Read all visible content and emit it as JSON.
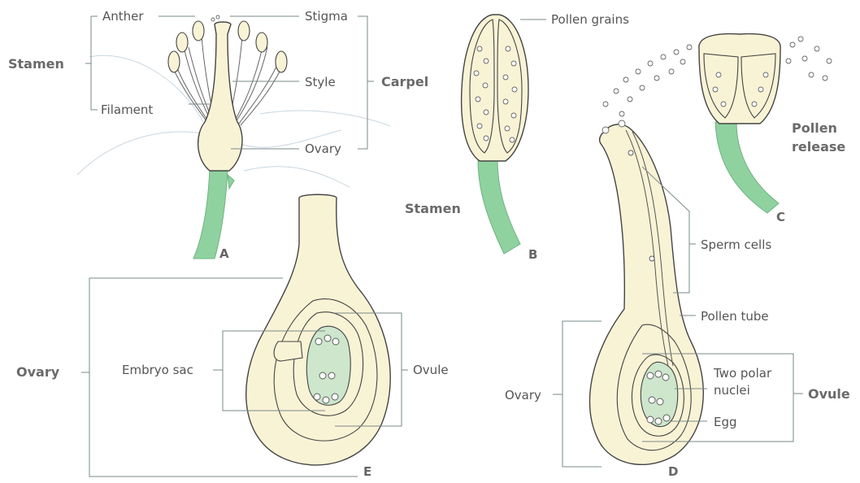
{
  "labels": {
    "anther": "Anther",
    "stigma": "Stigma",
    "stamen_a": "Stamen",
    "style": "Style",
    "carpel": "Carpel",
    "filament": "Filament",
    "ovary_a": "Ovary",
    "pollen_grains": "Pollen grains",
    "stamen_b": "Stamen",
    "pollen_release_1": "Pollen",
    "pollen_release_2": "release",
    "sperm_cells": "Sperm cells",
    "pollen_tube": "Pollen tube",
    "ovary_e": "Ovary",
    "embryo_sac": "Embryo sac",
    "ovule_e": "Ovule",
    "ovary_d": "Ovary",
    "two_polar_1": "Two polar",
    "two_polar_2": "nuclei",
    "ovule_d": "Ovule",
    "egg": "Egg"
  },
  "panel_letters": {
    "a": "A",
    "b": "B",
    "c": "C",
    "d": "D",
    "e": "E"
  },
  "colors": {
    "tissue": "#f9f3d6",
    "stem": "#8fd29f",
    "embryo_sac": "#cde6cc",
    "label_text": "#555555",
    "leader_line": "#7a8a88"
  }
}
